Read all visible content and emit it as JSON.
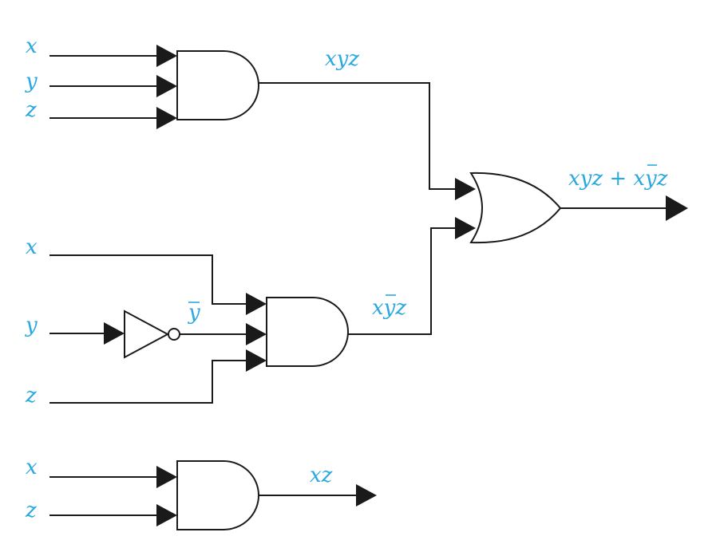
{
  "circuit1": {
    "inputs": [
      "x",
      "y",
      "z"
    ],
    "output": "xyz"
  },
  "circuit2": {
    "inputs": [
      "x",
      "y",
      "z"
    ],
    "not_output": "y",
    "and_output_pre": "x",
    "and_output_bar": "y",
    "and_output_post": "z"
  },
  "or_output": {
    "part1": "xyz + x",
    "bar": "y",
    "part2": "z"
  },
  "circuit3": {
    "inputs": [
      "x",
      "z"
    ],
    "output": "xz"
  },
  "colors": {
    "label": "#2aa8e0",
    "line": "#1a1a1a"
  }
}
